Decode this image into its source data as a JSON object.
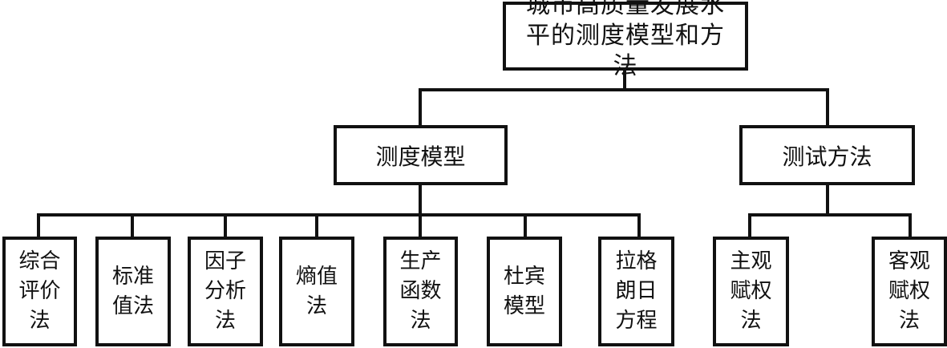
{
  "diagram": {
    "type": "hierarchy-tree",
    "root": {
      "label": "城市高质量发展水平的测度模型和方法"
    },
    "branches": [
      {
        "label": "测度模型",
        "children": [
          {
            "label": "综合评价法"
          },
          {
            "label": "标准值法"
          },
          {
            "label": "因子分析法"
          },
          {
            "label": "熵值法"
          },
          {
            "label": "生产函数法"
          },
          {
            "label": "杜宾模型"
          },
          {
            "label": "拉格朗日方程"
          }
        ]
      },
      {
        "label": "测试方法",
        "children": [
          {
            "label": "主观赋权法"
          },
          {
            "label": "客观赋权法"
          }
        ]
      }
    ],
    "colors": {
      "line": "#111111",
      "box_fill": "#ffffff",
      "text": "#111111"
    }
  }
}
